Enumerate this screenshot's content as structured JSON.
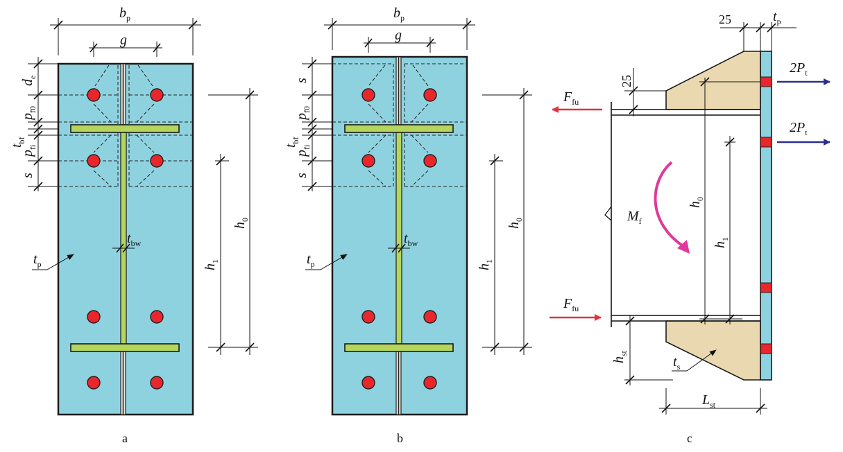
{
  "labels": {
    "bp": {
      "main": "b",
      "sub": "p"
    },
    "g": {
      "main": "g",
      "sub": ""
    },
    "de": {
      "main": "d",
      "sub": "e"
    },
    "pf0": {
      "main": "p",
      "sub": "f0"
    },
    "tbf": {
      "main": "t",
      "sub": "bf"
    },
    "pfi": {
      "main": "p",
      "sub": "fi"
    },
    "s": {
      "main": "s",
      "sub": ""
    },
    "h0": {
      "main": "h",
      "sub": "0"
    },
    "h1": {
      "main": "h",
      "sub": "1"
    },
    "tbw": {
      "main": "t",
      "sub": "bw"
    },
    "tp": {
      "main": "t",
      "sub": "p"
    },
    "dim25": "25",
    "Ffu": {
      "main": "F",
      "sub": "fu"
    },
    "twoPt": {
      "main": "2P",
      "sub": "t"
    },
    "Mf": {
      "main": "M",
      "sub": "f"
    },
    "hst": {
      "main": "h",
      "sub": "st"
    },
    "ts": {
      "main": "t",
      "sub": "s"
    },
    "Lst": {
      "main": "L",
      "sub": "st"
    }
  },
  "captions": {
    "a": "a",
    "b": "b",
    "c": "c"
  },
  "colors": {
    "plate": "#8fd2df",
    "beam": "#b5d65c",
    "bolt": "#e8262c",
    "stiffener": "#e9d8b0",
    "tension_arrow": "#2c2f8f",
    "flange_force_arrow": "#e0323c",
    "moment_arrow": "#e0399a"
  }
}
